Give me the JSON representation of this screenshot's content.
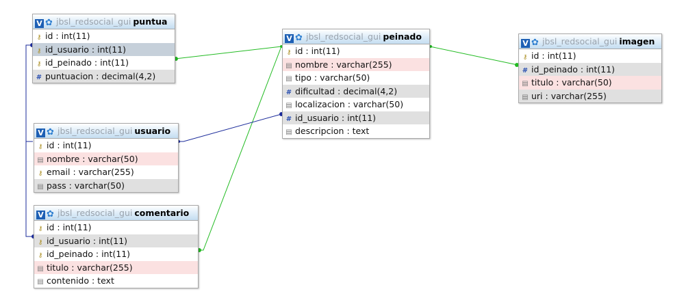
{
  "db_name": "jbsl_redsocial_gui",
  "toggle_label": "V",
  "colors": {
    "relation_green": "#22bb22",
    "relation_blue": "#1a2a9a",
    "toggle_blue": "#1d5fb4"
  },
  "tables": {
    "puntua": {
      "name": "puntua",
      "columns": [
        {
          "text": "id : int(11)",
          "icon": "key-icon"
        },
        {
          "text": "id_usuario : int(11)",
          "icon": "key-icon"
        },
        {
          "text": "id_peinado : int(11)",
          "icon": "key-icon"
        },
        {
          "text": "puntuacion : decimal(4,2)",
          "icon": "number-icon"
        }
      ]
    },
    "usuario": {
      "name": "usuario",
      "columns": [
        {
          "text": "id : int(11)",
          "icon": "key-icon"
        },
        {
          "text": "nombre : varchar(50)",
          "icon": "text-icon"
        },
        {
          "text": "email : varchar(255)",
          "icon": "key-icon"
        },
        {
          "text": "pass : varchar(50)",
          "icon": "text-icon"
        }
      ]
    },
    "comentario": {
      "name": "comentario",
      "columns": [
        {
          "text": "id : int(11)",
          "icon": "key-icon"
        },
        {
          "text": "id_usuario : int(11)",
          "icon": "key-icon"
        },
        {
          "text": "id_peinado : int(11)",
          "icon": "key-icon"
        },
        {
          "text": "titulo : varchar(255)",
          "icon": "text-icon"
        },
        {
          "text": "contenido : text",
          "icon": "text-icon"
        }
      ]
    },
    "peinado": {
      "name": "peinado",
      "columns": [
        {
          "text": "id : int(11)",
          "icon": "key-icon"
        },
        {
          "text": "nombre : varchar(255)",
          "icon": "text-icon"
        },
        {
          "text": "tipo : varchar(50)",
          "icon": "text-icon"
        },
        {
          "text": "dificultad : decimal(4,2)",
          "icon": "number-icon"
        },
        {
          "text": "localizacion : varchar(50)",
          "icon": "text-icon"
        },
        {
          "text": "id_usuario : int(11)",
          "icon": "number-icon"
        },
        {
          "text": "descripcion : text",
          "icon": "text-icon"
        }
      ]
    },
    "imagen": {
      "name": "imagen",
      "columns": [
        {
          "text": "id : int(11)",
          "icon": "key-icon"
        },
        {
          "text": "id_peinado : int(11)",
          "icon": "number-icon"
        },
        {
          "text": "titulo : varchar(50)",
          "icon": "text-icon"
        },
        {
          "text": "uri : varchar(255)",
          "icon": "text-icon"
        }
      ]
    }
  },
  "relations": [
    {
      "from": "puntua.id_peinado",
      "to": "peinado.id",
      "color": "green"
    },
    {
      "from": "comentario.id_peinado",
      "to": "peinado.id",
      "color": "green"
    },
    {
      "from": "imagen.id_peinado",
      "to": "peinado.id",
      "color": "green"
    },
    {
      "from": "usuario.id",
      "to": "peinado.id_usuario",
      "color": "blue"
    },
    {
      "from": "usuario.id",
      "to": "puntua.id_usuario",
      "color": "blue"
    },
    {
      "from": "usuario.id",
      "to": "comentario.id_usuario",
      "color": "blue"
    }
  ]
}
